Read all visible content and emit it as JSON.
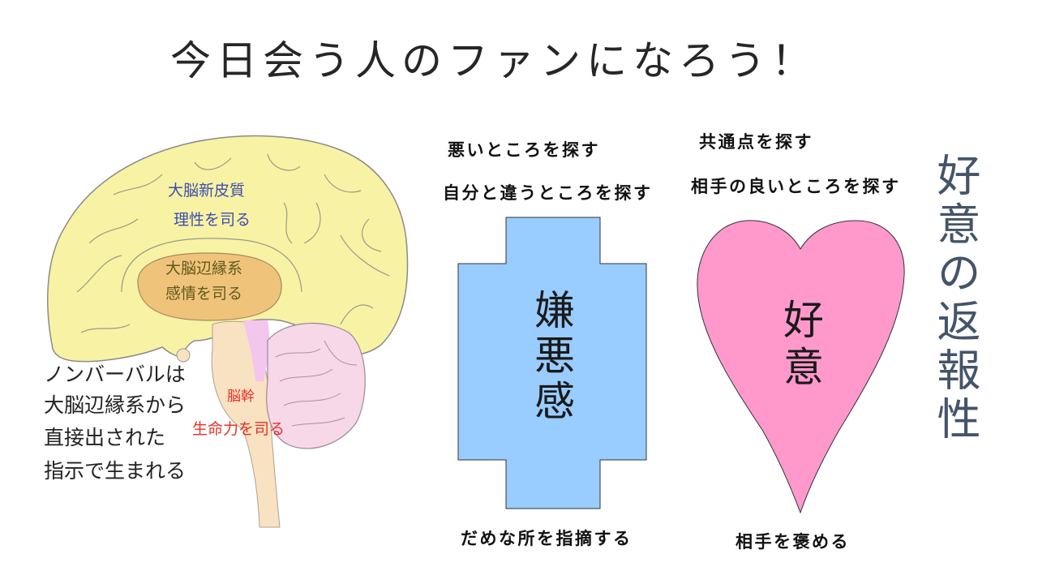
{
  "slide": {
    "title": "今日会う人のファンになろう！",
    "side_title": "好意の返報性"
  },
  "brain": {
    "neocortex": {
      "name": "大脳新皮質",
      "role": "理性を司る"
    },
    "limbic": {
      "name": "大脳辺縁系",
      "role": "感情を司る"
    },
    "brainstem": {
      "name": "脳幹",
      "role": "生命力を司る"
    },
    "note_lines": [
      "ノンバーバルは",
      "大脳辺縁系から",
      "直接出された",
      "指示で生まれる"
    ]
  },
  "dislike": {
    "causes": [
      "悪いところを探す",
      "自分と違うところを探す"
    ],
    "feeling": "嫌悪感",
    "outcome": "だめな所を指摘する"
  },
  "like": {
    "causes": [
      "共通点を探す",
      "相手の良いところを探す"
    ],
    "feeling": "好意",
    "outcome": "相手を褒める"
  },
  "colors": {
    "neocortex_label": "#3b4fb0",
    "limbic_label": "#5f5a1c",
    "brainstem_label": "#e8302a",
    "dislike_shape": "#99ccff",
    "like_shape": "#ff99cc",
    "side_title": "#44546a",
    "cerebrum": "#f8f2a4",
    "limbic_area": "#f0c37a",
    "cerebellum": "#f6d8e8",
    "brainstem_area": "#f9e2c2",
    "midbrain_area": "#f3c6ee"
  }
}
